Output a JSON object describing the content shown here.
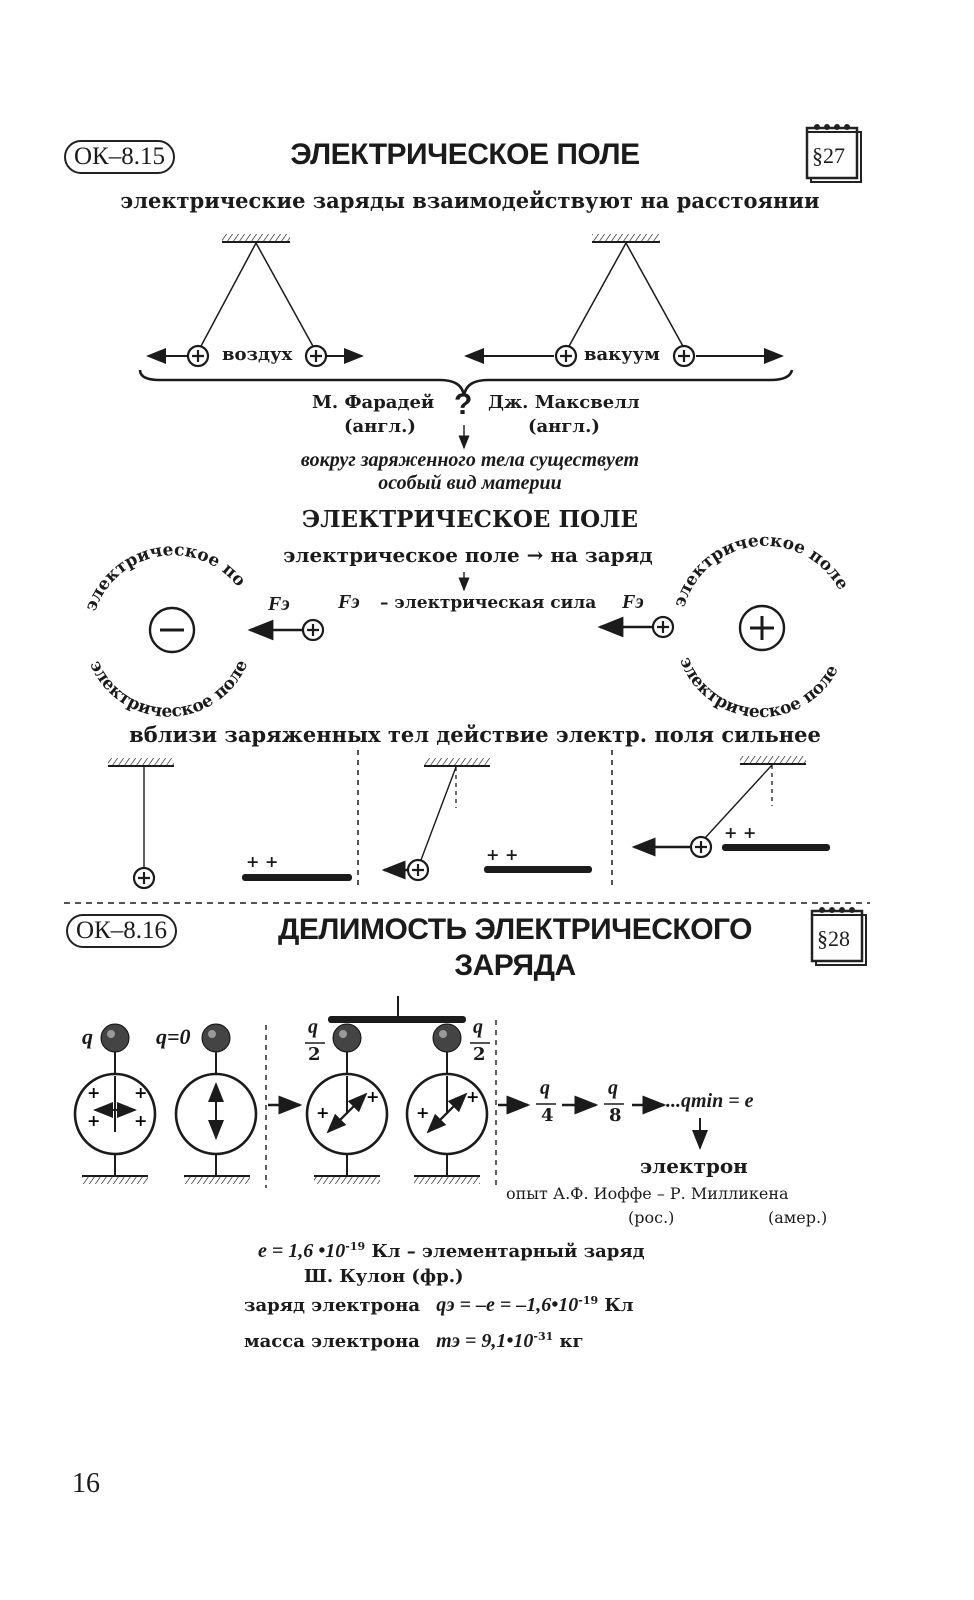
{
  "section1": {
    "badge": "ОК–8.15",
    "title": "ЭЛЕКТРИЧЕСКОЕ ПОЛЕ",
    "para": "§27",
    "subtitle": "электрические заряды взаимодействуют на расстоянии",
    "medium_air": "воздух",
    "medium_vacuum": "вакуум",
    "scientist1": "М. Фарадей",
    "scientist1_nat": "(англ.)",
    "scientist2": "Дж. Максвелл",
    "scientist2_nat": "(англ.)",
    "question": "?",
    "conclusion_line1": "вокруг заряженного тела существует",
    "conclusion_line2": "особый вид материи",
    "field_heading": "ЭЛЕКТРИЧЕСКОЕ ПОЛЕ",
    "field_to_charge": "электрическое поле → на заряд",
    "force_symbol": "Fэ",
    "force_definition": "– электрическая сила",
    "field_ring_label": "электрическое поле",
    "near_charged": "вблизи заряженных тел действие электр. поля сильнее",
    "plate_charge": "+ +"
  },
  "section2": {
    "badge": "ОК–8.16",
    "title_line1": "ДЕЛИМОСТЬ ЭЛЕКТРИЧЕСКОГО",
    "title_line2": "ЗАРЯДА",
    "para": "§28",
    "label_q": "q",
    "label_q0": "q=0",
    "half_num": "q",
    "half_den": "2",
    "quarter_den": "4",
    "eighth_den": "8",
    "qmin": "...qmin = e",
    "electron": "электрон",
    "experiment": "опыт А.Ф. Иоффе – Р. Милликена",
    "nat_ioffe": "(рос.)",
    "nat_millikan": "(амер.)",
    "elementary_charge": "e = 1,6 •10",
    "elementary_exp": "-19",
    "elementary_tail": "Кл – элементарный заряд",
    "coulomb": "Ш. Кулон (фр.)",
    "electron_charge_label": "заряд электрона",
    "electron_charge_value": "qэ = –e = –1,6•10",
    "electron_charge_exp": "-19",
    "electron_charge_unit": "Кл",
    "electron_mass_label": "масса электрона",
    "electron_mass_value": "mэ = 9,1•10",
    "electron_mass_exp": "-31",
    "electron_mass_unit": "кг"
  },
  "page_number": "16"
}
